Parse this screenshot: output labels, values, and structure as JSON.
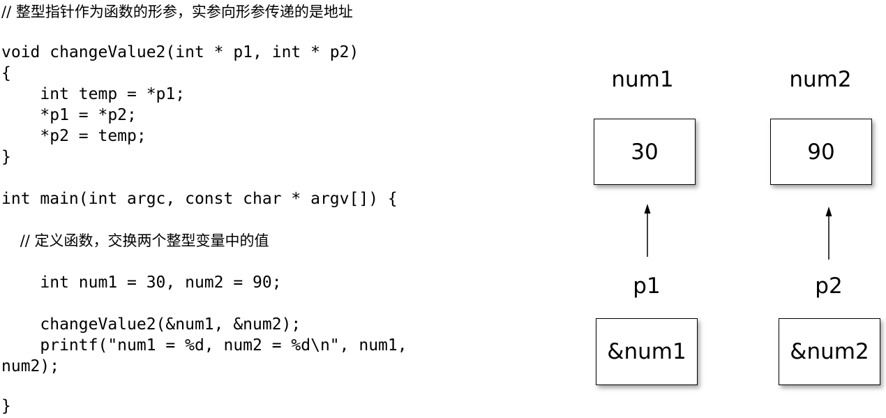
{
  "code": {
    "lines": [
      "// 整型指针作为函数的形参，实参向形参传递的是地址",
      "",
      "void changeValue2(int * p1, int * p2)",
      "{",
      "    int temp = *p1;",
      "    *p1 = *p2;",
      "    *p2 = temp;",
      "}",
      "",
      "int main(int argc, const char * argv[]) {",
      "",
      "    // 定义函数，交换两个整型变量中的值",
      "",
      "    int num1 = 30, num2 = 90;",
      "",
      "    changeValue2(&num1, &num2);",
      "    printf(\"num1 = %d, num2 = %d\\n\", num1,",
      "num2);",
      "",
      "}"
    ]
  },
  "diagram": {
    "vars": [
      {
        "name": "num1",
        "value": "30",
        "pointer_name": "p1",
        "pointer_value": "&num1"
      },
      {
        "name": "num2",
        "value": "90",
        "pointer_name": "p2",
        "pointer_value": "&num2"
      }
    ]
  }
}
